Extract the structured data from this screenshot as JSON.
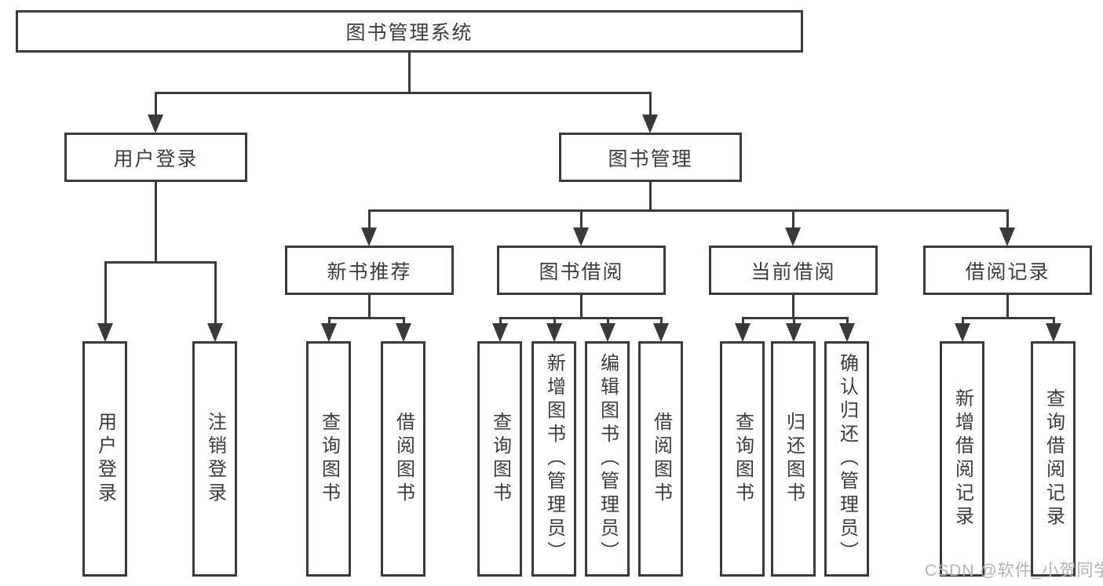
{
  "tree": {
    "root": "图书管理系统",
    "branches": [
      {
        "label": "用户登录",
        "leaves": [
          "用户登录",
          "注销登录"
        ]
      },
      {
        "label": "图书管理",
        "groups": [
          {
            "label": "新书推荐",
            "leaves": [
              "查询图书",
              "借阅图书"
            ]
          },
          {
            "label": "图书借阅",
            "leaves": [
              "查询图书",
              "新增图书（管理员）",
              "编辑图书（管理员）",
              "借阅图书"
            ]
          },
          {
            "label": "当前借阅",
            "leaves": [
              "查询图书",
              "归还图书",
              "确认归还（管理员）"
            ]
          },
          {
            "label": "借阅记录",
            "leaves": [
              "新增借阅记录",
              "查询借阅记录"
            ]
          }
        ]
      }
    ]
  },
  "watermark": {
    "text": "CSDN @软件_小贺同学"
  },
  "colors": {
    "line": "#3a3a3a",
    "text": "#3c3c3c",
    "background": "#ffffff",
    "watermark": "#b3b3b3"
  }
}
